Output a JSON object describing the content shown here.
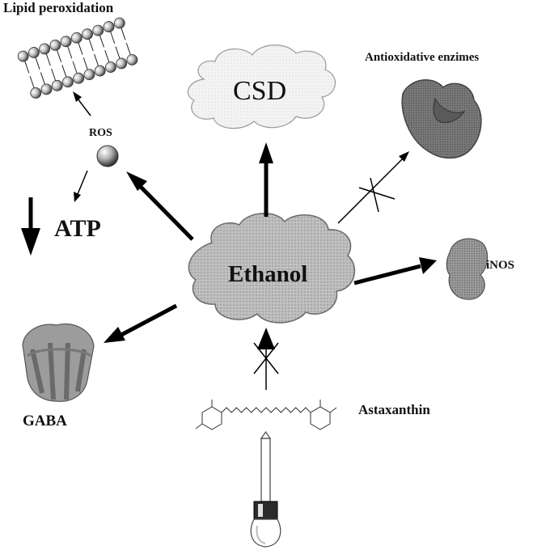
{
  "labels": {
    "lipid_peroxidation": "Lipid peroxidation",
    "ros": "ROS",
    "atp": "ATP",
    "csd": "CSD",
    "antioxidative_enzymes": "Antioxidative enzimes",
    "ethanol": "Ethanol",
    "inos": "iNOS",
    "gaba": "GABA",
    "astaxanthin": "Astaxanthin"
  },
  "colors": {
    "ethanol_cloud": "#b9b9b9",
    "csd_cloud": "#f2f2f2",
    "enzyme": "#6e6e6e",
    "inos": "#8c8c8c",
    "gaba": "#8a8a8a",
    "arrow": "#000000"
  },
  "icons": {
    "membrane": "lipid-bilayer-icon",
    "ros": "ros-sphere-icon",
    "enzyme": "enzyme-blob-icon",
    "inos": "inos-protein-icon",
    "gaba": "gaba-receptor-icon",
    "molecule": "astaxanthin-structure-icon",
    "dropper": "dropper-icon"
  }
}
